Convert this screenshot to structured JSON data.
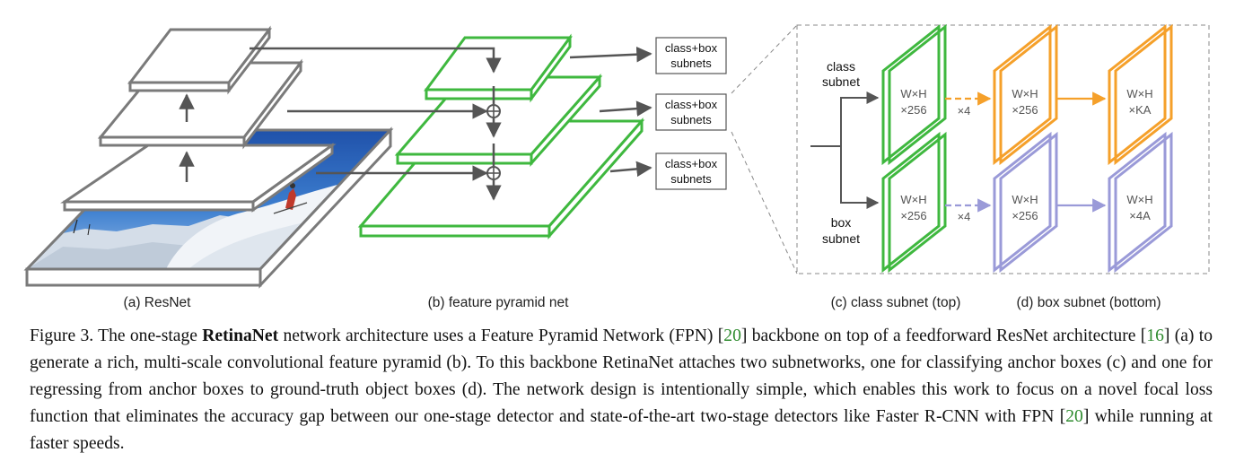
{
  "figure": {
    "panel_labels": {
      "a": "(a) ResNet",
      "b": "(b) feature pyramid net",
      "c": "(c) class subnet (top)",
      "d": "(d) box subnet (bottom)"
    },
    "subnets_box": {
      "line1": "class+box",
      "line2": "subnets"
    },
    "class_subnet_label": {
      "line1": "class",
      "line2": "subnet"
    },
    "box_subnet_label": {
      "line1": "box",
      "line2": "subnet"
    },
    "feature_maps": {
      "class_in": {
        "line1": "W×H",
        "line2": "×256"
      },
      "class_mid": {
        "line1": "W×H",
        "line2": "×256"
      },
      "class_out": {
        "line1": "W×H",
        "line2": "×KA"
      },
      "box_in": {
        "line1": "W×H",
        "line2": "×256"
      },
      "box_mid": {
        "line1": "W×H",
        "line2": "×256"
      },
      "box_out": {
        "line1": "W×H",
        "line2": "×4A"
      }
    },
    "repeat_label": "×4",
    "merge_symbol": "⊕",
    "colors": {
      "resnet": "#7a7a7a",
      "fpn": "#3fb83f",
      "class_head": "#f5a02a",
      "box_head": "#9a9ad8",
      "arrow": "#555555"
    }
  },
  "caption": {
    "prefix": "Figure 3. The one-stage ",
    "bold": "RetinaNet",
    "part1": " network architecture uses a Feature Pyramid Network (FPN) [",
    "ref1": "20",
    "part2": "] backbone on top of a feedforward ResNet architecture [",
    "ref2": "16",
    "part3": "] (a) to generate a rich, multi-scale convolutional feature pyramid (b).  To this backbone RetinaNet attaches two subnetworks, one for classifying anchor boxes (c) and one for regressing from anchor boxes to ground-truth object boxes (d). The network design is intentionally simple, which enables this work to focus on a novel focal loss function that eliminates the accuracy gap between our one-stage detector and state-of-the-art two-stage detectors like Faster R-CNN with FPN [",
    "ref3": "20",
    "part4": "] while running at faster speeds."
  }
}
